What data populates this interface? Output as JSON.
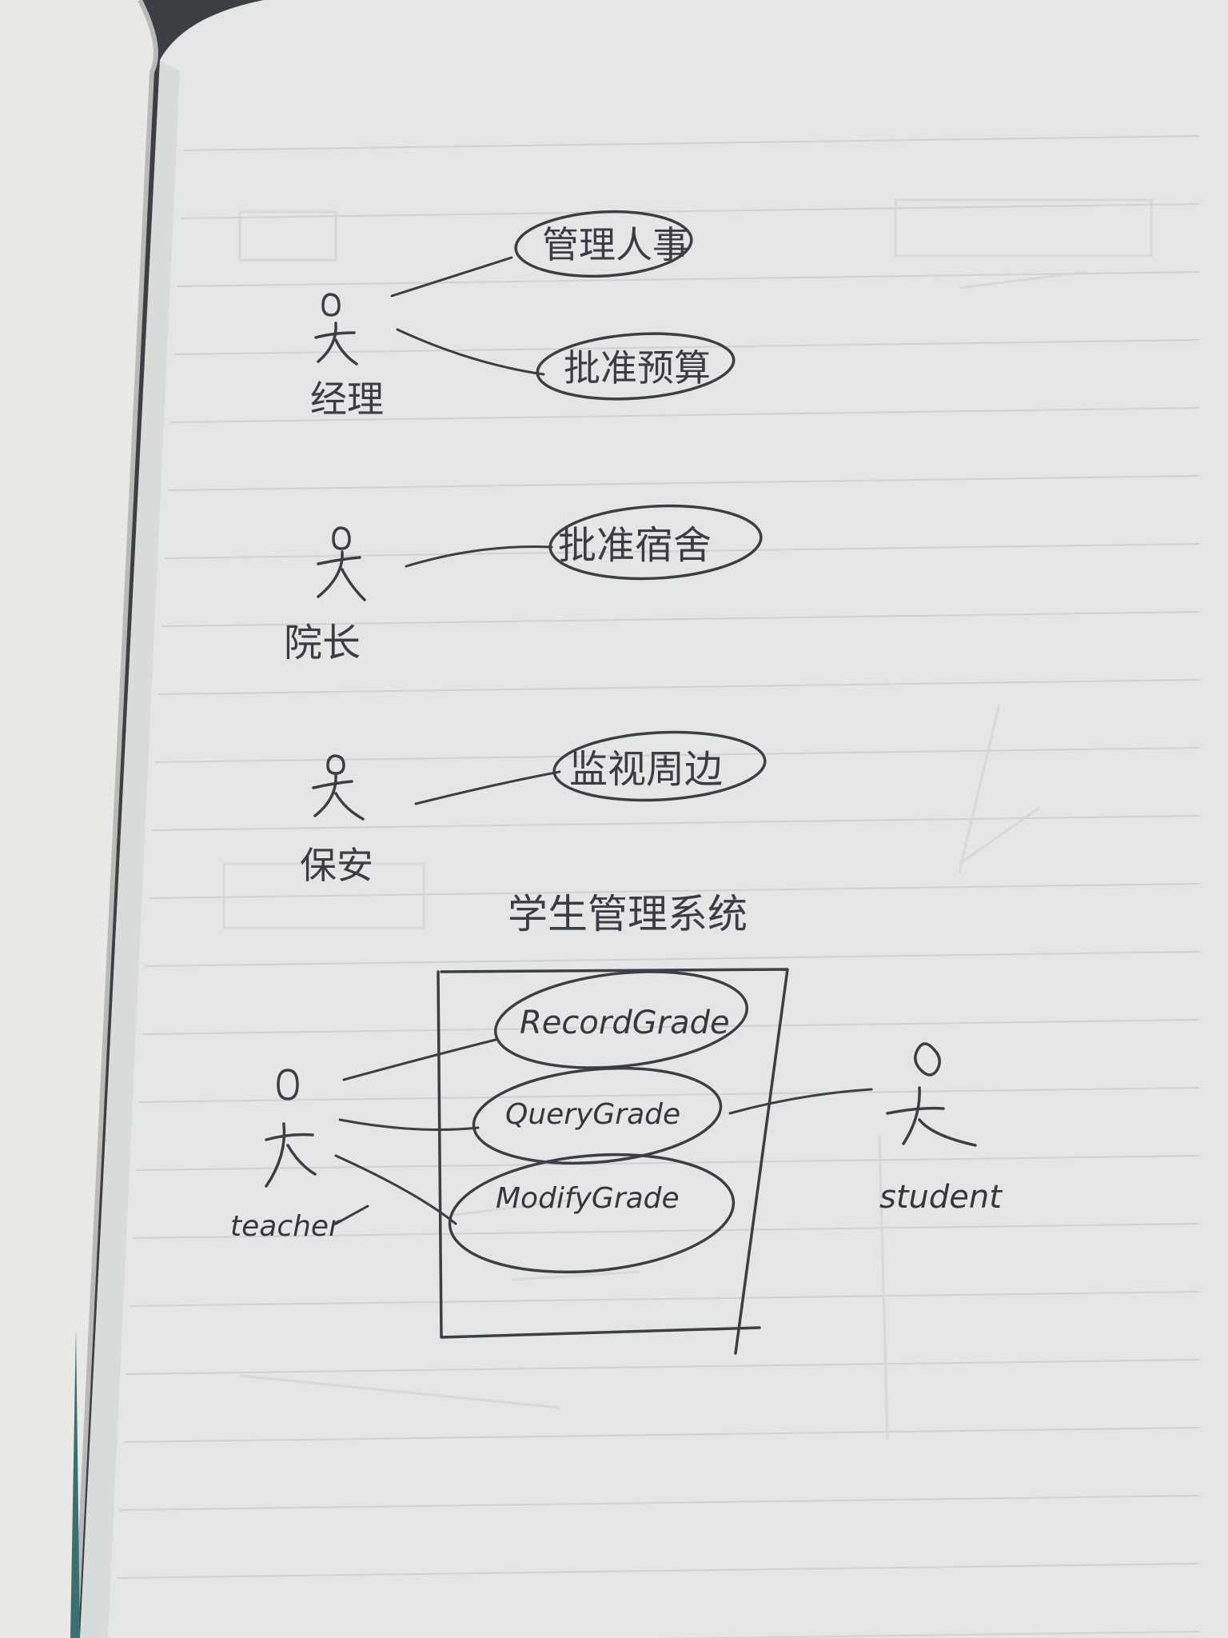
{
  "diagram": {
    "title": "学生管理系统",
    "groups": [
      {
        "actor": "经理",
        "use_cases": [
          "管理人事",
          "批准预算"
        ]
      },
      {
        "actor": "院长",
        "use_cases": [
          "批准宿舍"
        ]
      },
      {
        "actor": "保安",
        "use_cases": [
          "监视周边"
        ]
      }
    ],
    "system": {
      "actors": [
        "teacher",
        "student"
      ],
      "use_cases": [
        "RecordGrade",
        "QueryGrade",
        "ModifyGrade"
      ]
    }
  },
  "colors": {
    "background": "#3c3f44",
    "left_page": "#e7e7e3",
    "right_page": "#e3e5e4",
    "rule_lines": "#c9ccce",
    "pencil": "#3b3e44"
  }
}
